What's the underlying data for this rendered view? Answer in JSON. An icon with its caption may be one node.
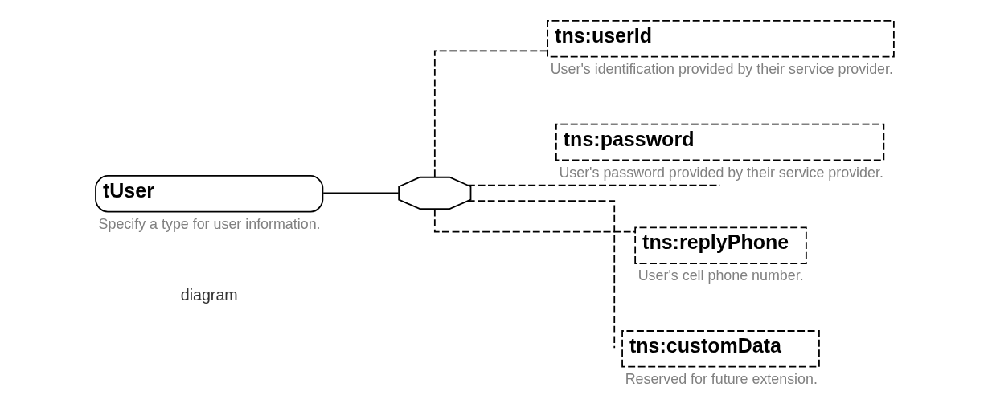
{
  "diagram": {
    "nodes": [
      {
        "text": [
          "tUser"
        ],
        "beside": [
          "Specify a type for user information."
        ]
      },
      {
        "text": [],
        "shape": "octagon"
      },
      {
        "text": [
          "tns:userId"
        ],
        "beside": [
          "User's identification provided by their service provider."
        ]
      },
      {
        "text": [
          "tns:password"
        ],
        "beside": [
          "User's password provided by their service provider."
        ]
      },
      {
        "text": [
          "tns:replyPhone"
        ],
        "beside": [
          "User's cell phone number."
        ]
      },
      {
        "text": [
          "tns:customData"
        ],
        "beside": [
          "Reserved for future extension."
        ]
      }
    ],
    "edges": [
      {
        "from": 0,
        "to": 1,
        "arrow": "none"
      },
      {
        "from": 1,
        "to": 2,
        "arrow": "none",
        "style": "dashed"
      },
      {
        "from": 1,
        "to": 3,
        "arrow": "none",
        "style": "dashed"
      },
      {
        "from": 1,
        "to": 4,
        "arrow": "none",
        "style": "dashed"
      },
      {
        "from": 1,
        "to": 5,
        "arrow": "none",
        "style": "dashed"
      }
    ],
    "labels": [
      "diagram"
    ]
  }
}
